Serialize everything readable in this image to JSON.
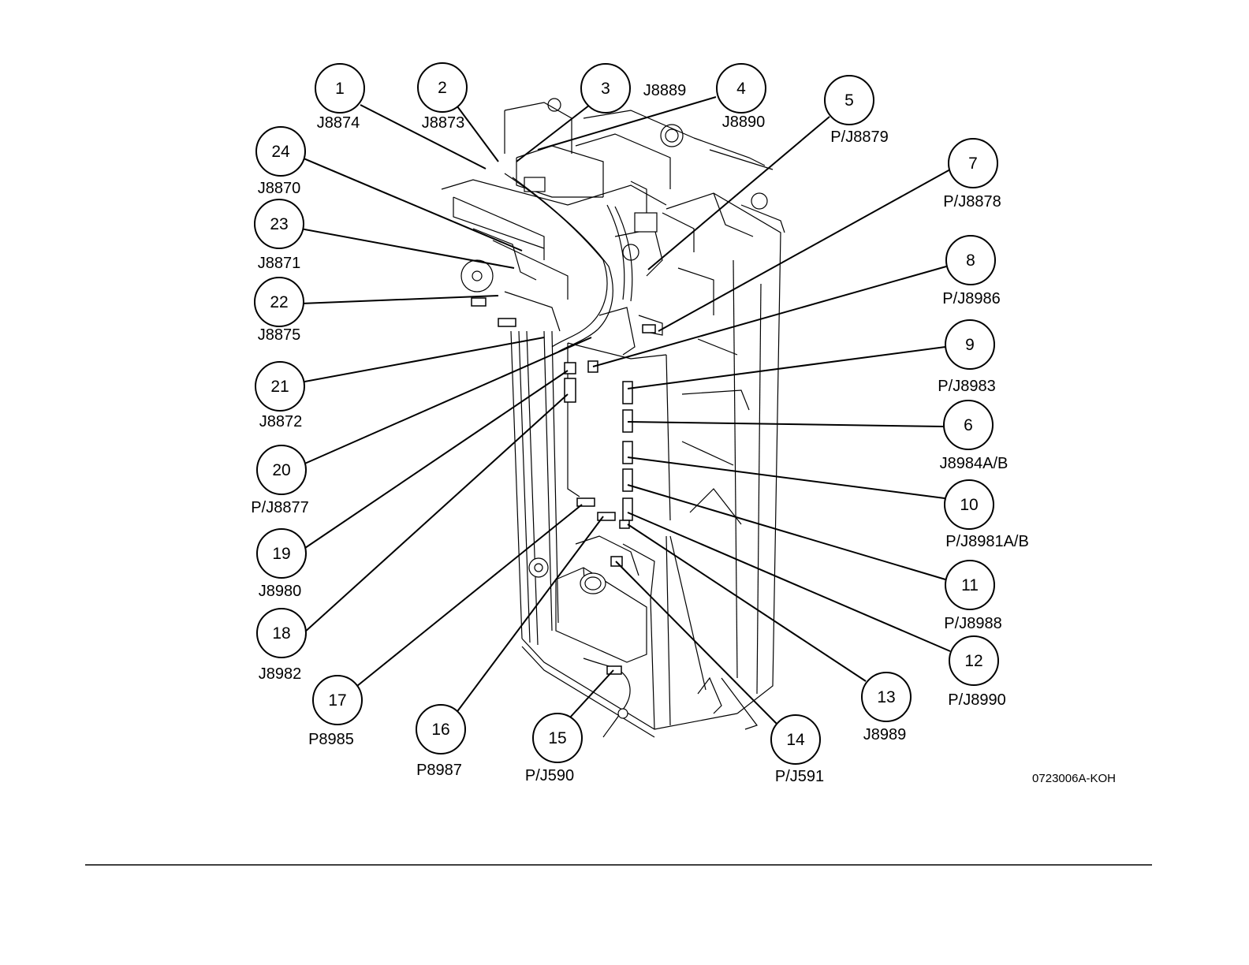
{
  "figure_id": "0723006A-KOH",
  "callouts": [
    {
      "num": "1",
      "label": "J8874"
    },
    {
      "num": "2",
      "label": "J8873"
    },
    {
      "num": "3",
      "label": "J8889"
    },
    {
      "num": "4",
      "label": "J8890"
    },
    {
      "num": "5",
      "label": "P/J8879"
    },
    {
      "num": "7",
      "label": "P/J8878"
    },
    {
      "num": "8",
      "label": "P/J8986"
    },
    {
      "num": "9",
      "label": "P/J8983"
    },
    {
      "num": "6",
      "label": "J8984A/B"
    },
    {
      "num": "10",
      "label": "P/J8981A/B"
    },
    {
      "num": "11",
      "label": "P/J8988"
    },
    {
      "num": "12",
      "label": "P/J8990"
    },
    {
      "num": "13",
      "label": "J8989"
    },
    {
      "num": "14",
      "label": "P/J591"
    },
    {
      "num": "15",
      "label": "P/J590"
    },
    {
      "num": "16",
      "label": "P8987"
    },
    {
      "num": "17",
      "label": "P8985"
    },
    {
      "num": "18",
      "label": "J8982"
    },
    {
      "num": "19",
      "label": "J8980"
    },
    {
      "num": "20",
      "label": "P/J8877"
    },
    {
      "num": "21",
      "label": "J8872"
    },
    {
      "num": "22",
      "label": "J8875"
    },
    {
      "num": "23",
      "label": "J8871"
    },
    {
      "num": "24",
      "label": "J8870"
    }
  ]
}
